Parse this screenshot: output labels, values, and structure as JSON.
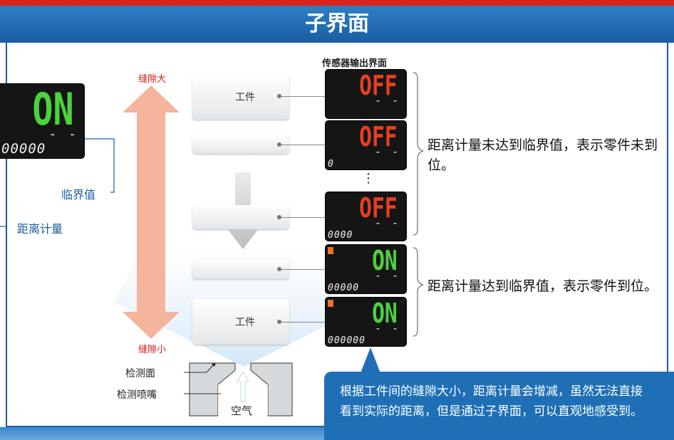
{
  "header": {
    "title": "子界面"
  },
  "left_display": {
    "main": "ON",
    "dash": "- -",
    "sub": "00000"
  },
  "left_labels": {
    "threshold": "临界值",
    "distance": "距离计量"
  },
  "gap": {
    "large": "缝隙大",
    "small": "缝隙小"
  },
  "workpiece_label": "工件",
  "sensor_output_title": "传感器输出界面",
  "displays": [
    {
      "main": "OFF",
      "state": "off",
      "sub": "",
      "out": false
    },
    {
      "main": "OFF",
      "state": "off",
      "sub": "0",
      "out": false
    },
    {
      "main": "OFF",
      "state": "off",
      "sub": "0000",
      "out": false
    },
    {
      "main": "ON",
      "state": "on",
      "sub": "00000",
      "out": true
    },
    {
      "main": "ON",
      "state": "on",
      "sub": "000000",
      "out": true
    }
  ],
  "dash_text": "- -",
  "ellipsis": "⋮",
  "brace_texts": {
    "not_reached": "距离计量未达到临界值，表示零件未到位。",
    "reached": "距离计量达到临界值，表示零件到位。"
  },
  "nozzle": {
    "surface": "检测面",
    "nozzle": "检测喷嘴",
    "air": "空气"
  },
  "callout": "根据工件间的缝隙大小，距离计量会增减，虽然无法直接看到实际的距离，但是通过子界面，可以直观地感受到。",
  "colors": {
    "header": "#1a5ea3",
    "off": "#ea3f1d",
    "on": "#4cd23c",
    "gap_label": "#d0201a",
    "arrow": "#f5b49c"
  }
}
